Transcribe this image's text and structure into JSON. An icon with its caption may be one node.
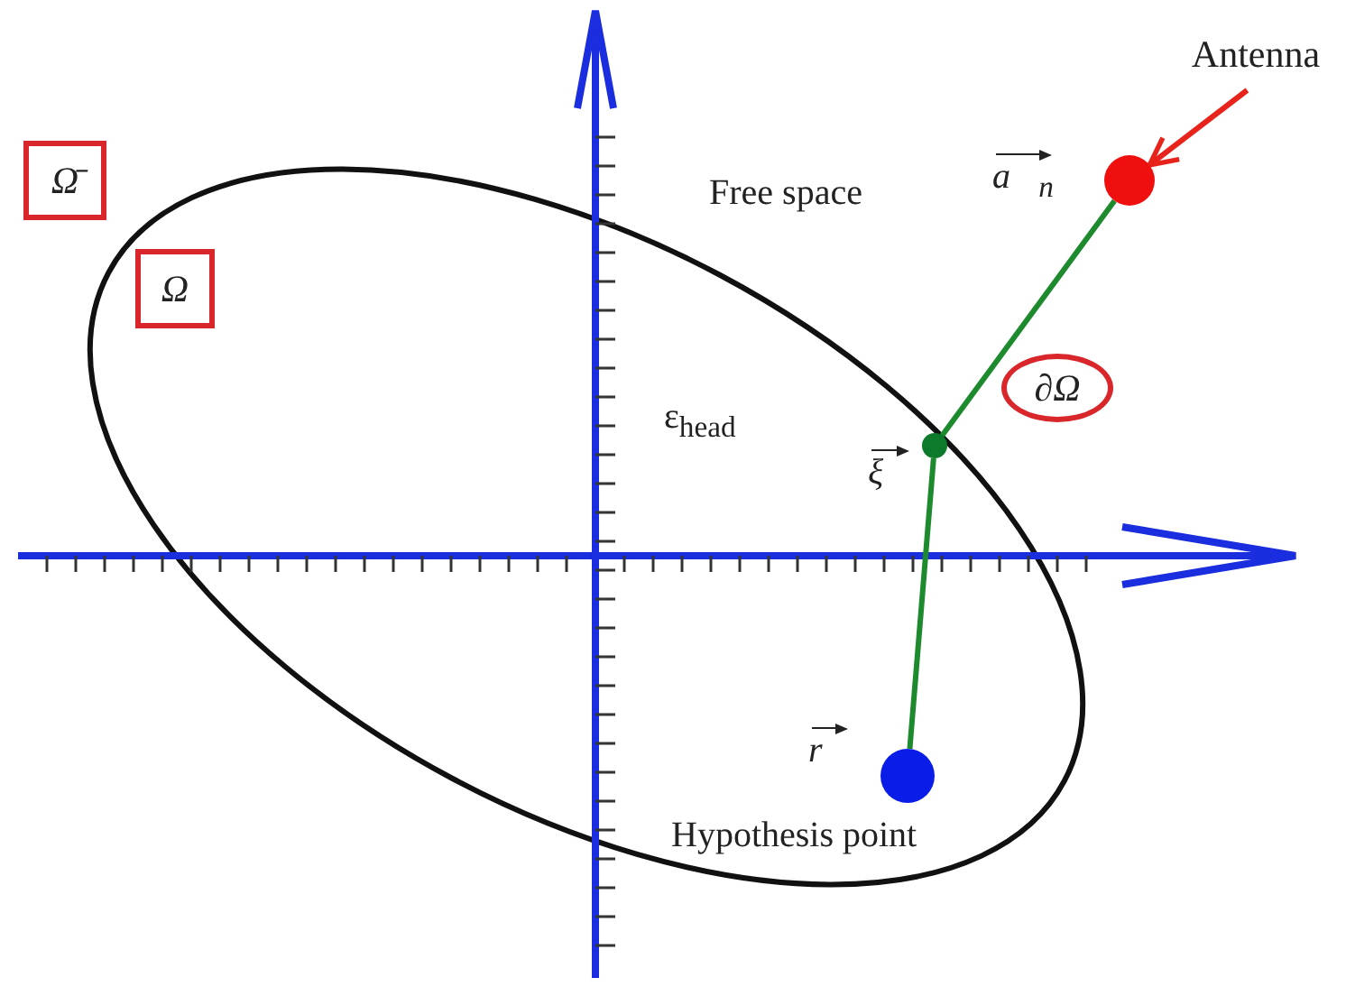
{
  "diagram": {
    "nodes": [
      {
        "text": [
          "Ω̄"
        ]
      },
      {
        "text": [
          "Ω"
        ]
      },
      {
        "text": [
          "∂Ω"
        ]
      },
      {
        "text": [
          "Antenna"
        ]
      },
      {
        "text": [],
        "shape": "circle",
        "beside": [
          "a⃗$_{n}$"
        ]
      },
      {
        "text": [],
        "shape": "circle",
        "beside": [
          "ξ⃗"
        ]
      },
      {
        "text": [],
        "shape": "circle",
        "beside": [
          "r⃗",
          "Hypothesis point"
        ]
      }
    ],
    "edges": [
      {
        "from": 3,
        "to": 4,
        "arrow": "to",
        "color": "#e8231c"
      },
      {
        "from": 4,
        "to": 5,
        "arrow": "none"
      },
      {
        "from": 5,
        "to": 6,
        "arrow": "none"
      }
    ],
    "labels": [
      "Free space",
      "ε$_{head}$"
    ]
  }
}
